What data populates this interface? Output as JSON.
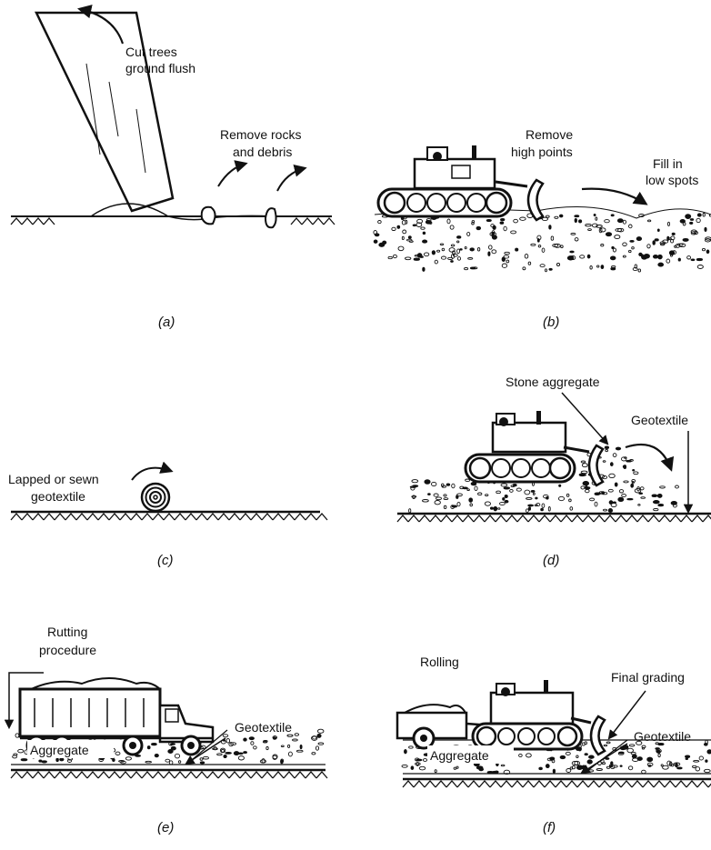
{
  "panels": {
    "a": {
      "caption": "(a)",
      "label_cut_1": "Cut trees",
      "label_cut_2": "ground flush",
      "label_remove_1": "Remove rocks",
      "label_remove_2": "and debris"
    },
    "b": {
      "caption": "(b)",
      "label_high_1": "Remove",
      "label_high_2": "high points",
      "label_fill_1": "Fill in",
      "label_fill_2": "low spots"
    },
    "c": {
      "caption": "(c)",
      "label_1": "Lapped or sewn",
      "label_2": "geotextile"
    },
    "d": {
      "caption": "(d)",
      "label_stone": "Stone aggregate",
      "label_geo": "Geotextile"
    },
    "e": {
      "caption": "(e)",
      "label_rut_1": "Rutting",
      "label_rut_2": "procedure",
      "label_geo": "Geotextile",
      "label_agg": "Aggregate"
    },
    "f": {
      "caption": "(f)",
      "label_rolling": "Rolling",
      "label_final": "Final grading",
      "label_geo": "Geotextile",
      "label_agg": "Aggregate"
    }
  }
}
